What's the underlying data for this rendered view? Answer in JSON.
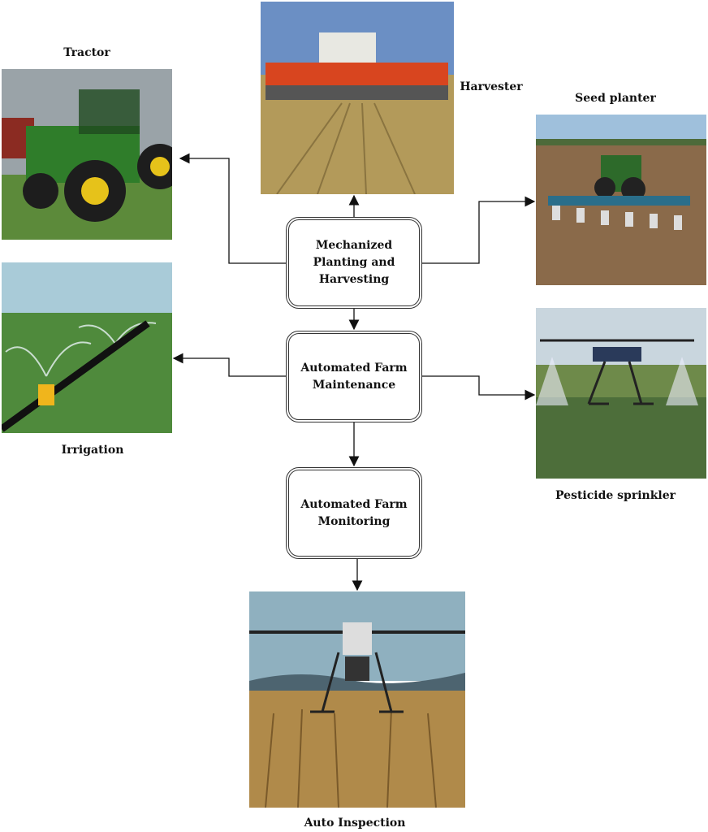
{
  "nodes": {
    "planting": "Mechanized Planting and Harvesting",
    "maintenance": "Automated Farm Maintenance",
    "monitoring": "Automated Farm Monitoring"
  },
  "images": {
    "tractor": "Tractor",
    "harvester": "Harvester",
    "seed_planter": "Seed planter",
    "irrigation": "Irrigation",
    "pesticide": "Pesticide sprinkler",
    "inspection": "Auto Inspection"
  }
}
